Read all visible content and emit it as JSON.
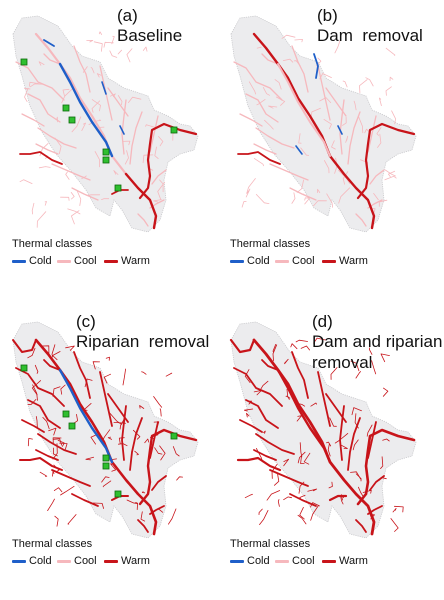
{
  "colors": {
    "cold": "#1f5fc9",
    "cool": "#f6b8bd",
    "warm": "#c8141a",
    "watershed": "#ececee",
    "dam_marker": "#2fbf2f"
  },
  "legend": {
    "title": "Thermal classes",
    "items": [
      {
        "label": "Cold",
        "color": "#1f5fc9"
      },
      {
        "label": "Cool",
        "color": "#f6b8bd"
      },
      {
        "label": "Warm",
        "color": "#c8141a"
      }
    ]
  },
  "panels": [
    {
      "letter": "(a)",
      "title": "Baseline",
      "show_dams": true,
      "scenario": "baseline"
    },
    {
      "letter": "(b)",
      "title": "Dam  removal",
      "show_dams": false,
      "scenario": "dam_removal"
    },
    {
      "letter": "(c)",
      "title": "Riparian  removal",
      "show_dams": true,
      "scenario": "riparian_removal"
    },
    {
      "letter": "(d)",
      "title": "Dam and riparian\nremoval",
      "show_dams": false,
      "scenario": "dam_and_riparian_removal"
    }
  ]
}
